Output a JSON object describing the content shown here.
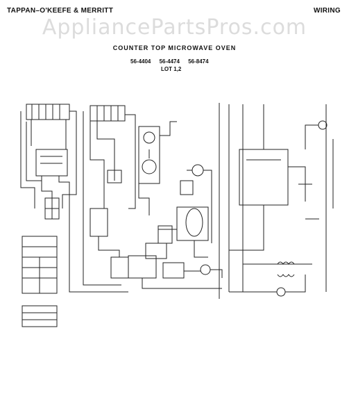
{
  "header": {
    "brand": "TAPPAN–O'KEEFE & MERRITT",
    "section": "WIRING"
  },
  "watermark": "AppliancePartsPros.com",
  "diagram": {
    "title": "COUNTER TOP MICROWAVE OVEN",
    "models": [
      "56-4404",
      "56-4474",
      "56-8474"
    ],
    "lot": "LOT 1,2"
  }
}
